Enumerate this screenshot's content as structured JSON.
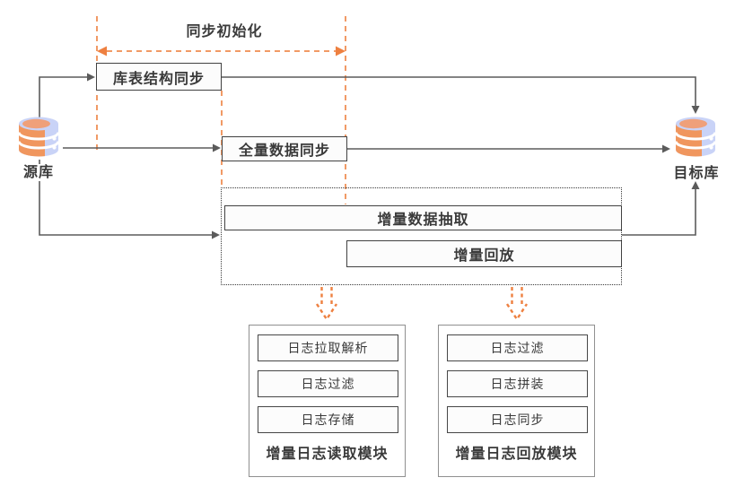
{
  "diagram": {
    "background": "#ffffff",
    "init_phase": {
      "label": "同步初始化"
    },
    "source": {
      "label": "源库"
    },
    "target": {
      "label": "目标库"
    },
    "steps": {
      "schema_sync": {
        "label": "库表结构同步"
      },
      "full_sync": {
        "label": "全量数据同步"
      },
      "incr_extract": {
        "label": "增量数据抽取"
      },
      "incr_replay": {
        "label": "增量回放"
      }
    },
    "modules": {
      "log_reader": {
        "title": "增量日志读取模块",
        "steps": [
          "日志拉取解析",
          "日志过滤",
          "日志存储"
        ]
      },
      "log_replayer": {
        "title": "增量日志回放模块",
        "steps": [
          "日志过滤",
          "日志拼装",
          "日志同步"
        ]
      }
    },
    "icons": {
      "source": "database-icon",
      "target": "database-icon"
    },
    "colors": {
      "orange_accent": "#ee8040",
      "orange_dash": "#f19a66",
      "line_gray": "#5b5b5b",
      "node_border": "#414141",
      "node_fill": "#fcfcfc",
      "text": "#3a3a3a",
      "db_body_lavender": "#c9d3f7",
      "db_disk_orange": "#f0965e",
      "module_border": "#909090",
      "group_border_dotted": "#3a3a3a"
    }
  }
}
